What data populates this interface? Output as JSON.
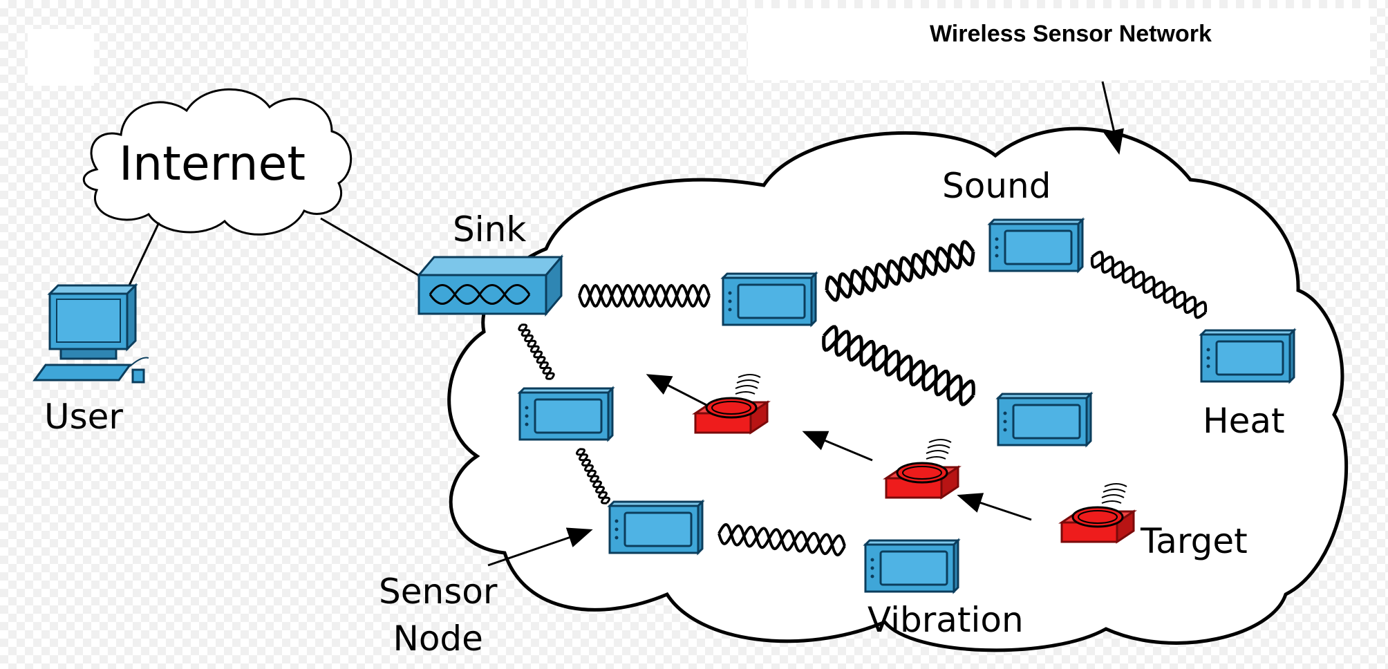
{
  "title": "Wireless Sensor Network",
  "labels": {
    "internet": "Internet",
    "sink": "Sink",
    "user": "User",
    "sound": "Sound",
    "heat": "Heat",
    "target": "Target",
    "vibration": "Vibration",
    "sensor_node_line1": "Sensor",
    "sensor_node_line2": "Node"
  },
  "colors": {
    "sensor_fill": "#3fa6d8",
    "sensor_stroke": "#0b3d5c",
    "target_fill": "#ee1c1c",
    "target_stroke": "#7a0a0a",
    "outline": "#000000"
  },
  "icons": {
    "sensor": "sensor-node-icon",
    "target": "target-icon",
    "sink": "sink-router-icon",
    "user": "computer-icon",
    "internet": "cloud-icon"
  }
}
